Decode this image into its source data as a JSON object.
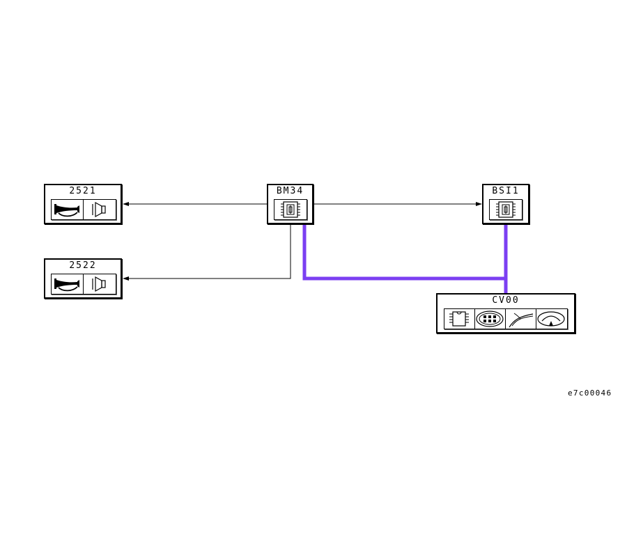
{
  "diagram": {
    "components": {
      "c2521": {
        "label": "2521",
        "icons": [
          "horn-icon",
          "speaker-icon"
        ]
      },
      "c2522": {
        "label": "2522",
        "icons": [
          "horn-icon",
          "speaker-icon"
        ]
      },
      "bm34": {
        "label": "BM34",
        "icons": [
          "module-icon"
        ]
      },
      "bsi1": {
        "label": "BSI1",
        "icons": [
          "module-icon"
        ]
      },
      "cv00": {
        "label": "CV00",
        "icons": [
          "chip-icon",
          "grille-icon",
          "curve-icon",
          "dial-icon"
        ]
      }
    },
    "reference": "e7c00046",
    "colors": {
      "bus_wire": "#7b3ff2",
      "wire": "#000000"
    }
  }
}
